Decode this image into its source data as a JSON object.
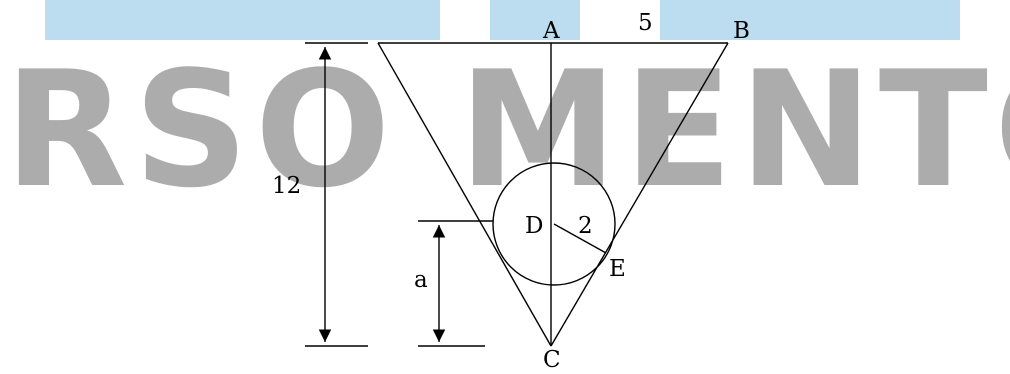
{
  "watermark": {
    "text": "CURSO MENTOR",
    "text_color": "#9e9e9e",
    "band_color": "#bcdcf0"
  },
  "figure": {
    "line_color": "#000000",
    "points": {
      "A": "A",
      "B": "B",
      "C": "C",
      "D": "D",
      "E": "E"
    },
    "measurements": {
      "half_width": "5",
      "height": "12",
      "radius": "2",
      "unknown": "a"
    }
  }
}
